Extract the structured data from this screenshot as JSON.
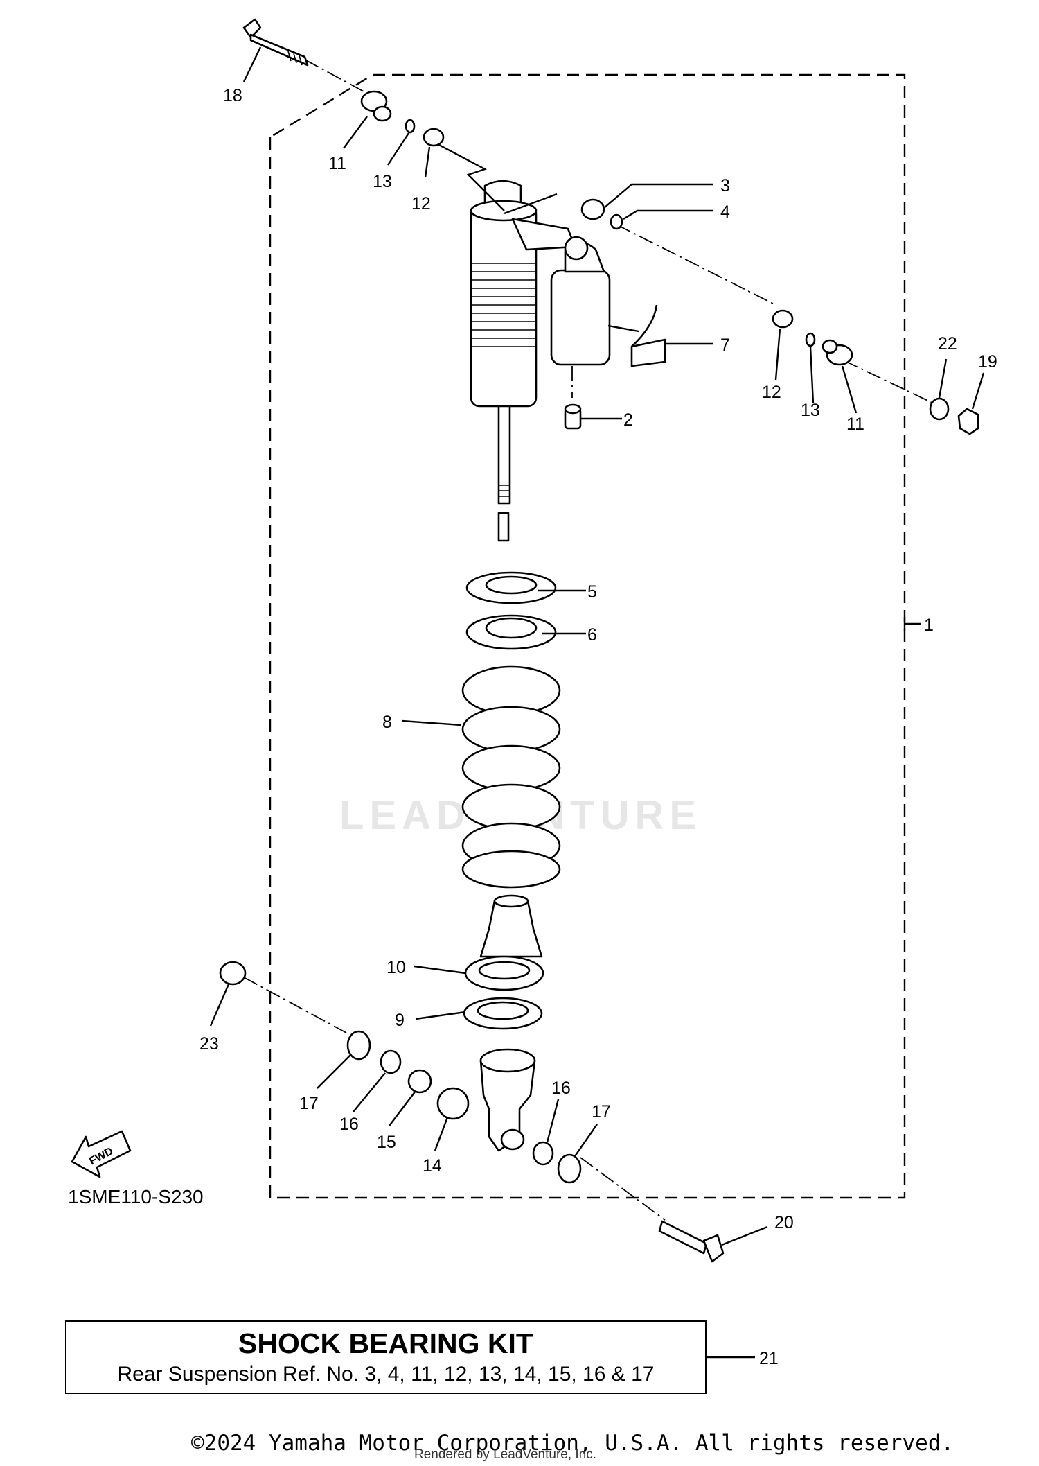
{
  "diagram": {
    "watermark": "LEADVENTURE",
    "reference_code": "1SME110-S230",
    "fwd_label": "FWD",
    "callouts": [
      "1",
      "2",
      "3",
      "4",
      "5",
      "6",
      "7",
      "8",
      "9",
      "10",
      "11",
      "11",
      "12",
      "12",
      "13",
      "13",
      "14",
      "15",
      "16",
      "16",
      "17",
      "17",
      "18",
      "19",
      "20",
      "21",
      "22",
      "23"
    ]
  },
  "kit": {
    "title": "SHOCK BEARING KIT",
    "subtitle": "Rear Suspension Ref. No. 3, 4, 11, 12, 13, 14, 15, 16 & 17"
  },
  "footer": {
    "copyright": "©2024 Yamaha Motor Corporation, U.S.A. All rights reserved.",
    "rendered_by": "Rendered by LeadVenture, Inc."
  }
}
